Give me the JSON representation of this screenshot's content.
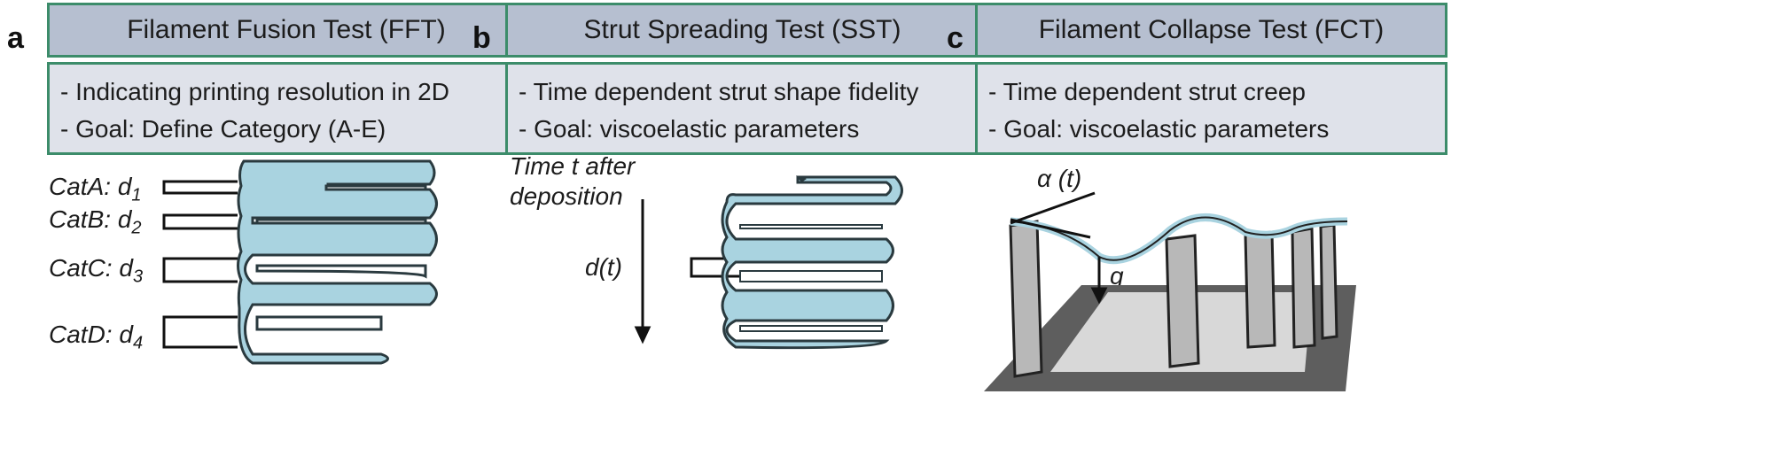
{
  "panels": {
    "a": {
      "letter": "a",
      "title": "Filament Fusion Test (FFT)",
      "lines": [
        "- Indicating printing resolution in 2D",
        "- Goal: Define Category (A-E)"
      ],
      "categories": [
        {
          "cat": "CatA:",
          "d": "d",
          "sub": "1"
        },
        {
          "cat": "CatB:",
          "d": "d",
          "sub": "2"
        },
        {
          "cat": "CatC:",
          "d": "d",
          "sub": "3"
        },
        {
          "cat": "CatD:",
          "d": "d",
          "sub": "4"
        }
      ]
    },
    "b": {
      "letter": "b",
      "title": "Strut Spreading Test (SST)",
      "lines": [
        "- Time dependent strut shape fidelity",
        "- Goal: viscoelastic parameters"
      ],
      "time_label_1": "Time t after",
      "time_label_2": "deposition",
      "dt_label": "d(t)"
    },
    "c": {
      "letter": "c",
      "title": "Filament Collapse Test (FCT)",
      "lines": [
        "- Time dependent strut creep",
        "- Goal: viscoelastic parameters"
      ],
      "alpha_label": "α (t)",
      "g_label": "g"
    }
  },
  "colors": {
    "title_bg": "#b6bfd0",
    "desc_bg": "#dfe2ea",
    "border": "#3c8c6a",
    "filament": "#a9d3e0"
  }
}
